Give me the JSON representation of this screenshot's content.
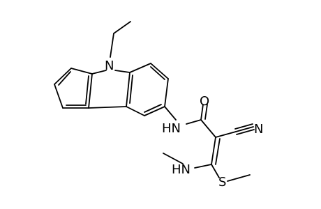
{
  "structure": {
    "atoms": {
      "carbazole_n": "N",
      "amide_n": "HN",
      "amide_o": "O",
      "nitrile_n": "N",
      "enamine_n": "HN",
      "sulfur": "S"
    }
  },
  "style": {
    "line_color": "#000000",
    "background": "#ffffff"
  }
}
